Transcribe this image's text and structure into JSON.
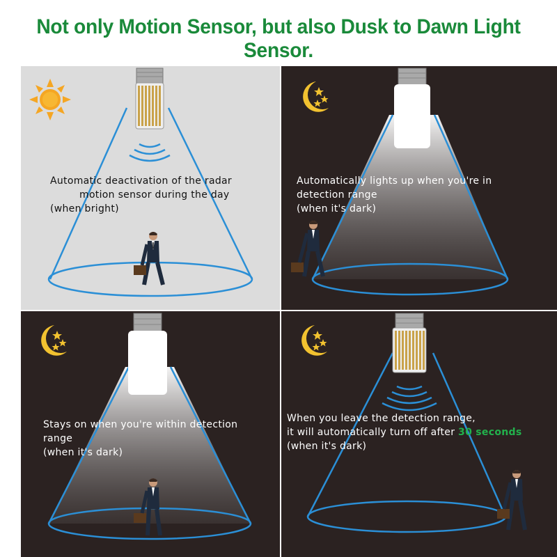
{
  "headline": "Not only Motion Sensor, but also Dusk to Dawn Light Sensor.",
  "colors": {
    "headline": "#1a8a3a",
    "day_panel_bg": "#dcdcdc",
    "night_panel_bg": "#2b2221",
    "cone_line": "#2b8fd6",
    "highlight": "#22b24c",
    "sun": "#f5a623",
    "moon": "#f2c230"
  },
  "panels": {
    "day": {
      "lines": [
        "Automatic deactivation of the radar",
        "motion sensor during the day",
        "(when bright)"
      ]
    },
    "lights_up": {
      "lines": [
        "Automatically lights up when you're in",
        "detection range",
        "(when it's dark)"
      ]
    },
    "stays_on": {
      "lines": [
        "Stays on when you're within detection",
        "range",
        "(when it's dark)"
      ]
    },
    "turn_off": {
      "line1": "When you leave the detection range,",
      "line2_prefix": "it will automatically turn off after",
      "line2_highlight": "30 seconds",
      "line3": "(when it's dark)"
    }
  },
  "icons": {
    "sun": "sun-icon",
    "moon": "moon-stars-icon",
    "bulb": "corn-led-bulb-icon",
    "radar": "radar-waves-icon",
    "person": "walking-businessman-icon"
  }
}
